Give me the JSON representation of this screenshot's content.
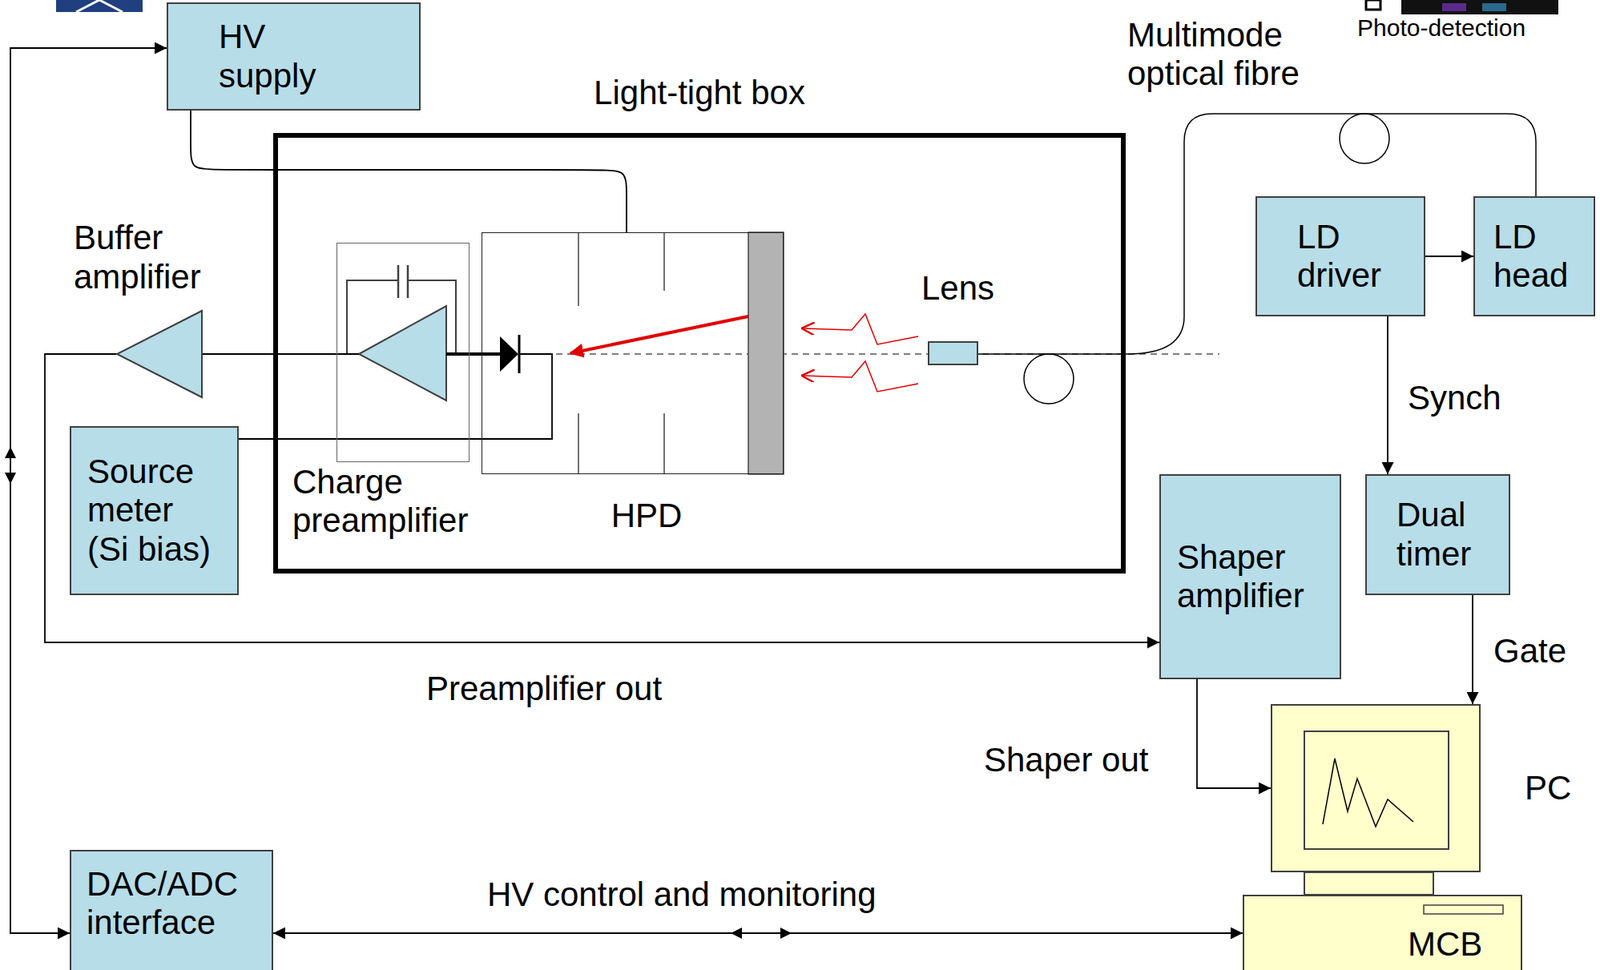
{
  "diagram": {
    "nodes": [
      {
        "text": [
          "HV supply"
        ]
      },
      {
        "text": [
          "Light-tight box"
        ]
      },
      {
        "text": [
          "Charge preamplifier"
        ],
        "in": 1
      },
      {
        "text": [
          "HPD"
        ],
        "in": 1
      },
      {
        "text": [
          "Buffer amplifier"
        ]
      },
      {
        "text": [
          "Source meter (Si bias)"
        ]
      },
      {
        "text": [
          "LD driver"
        ]
      },
      {
        "text": [
          "LD head"
        ]
      },
      {
        "text": [
          "Shaper amplifier"
        ]
      },
      {
        "text": [
          "Dual timer"
        ]
      },
      {
        "text": [
          "PC"
        ]
      },
      {
        "text": [
          "DAC/ADC interface"
        ]
      },
      {
        "text": [
          "MCB"
        ]
      }
    ],
    "edges": [
      {
        "from": 11,
        "to": 0,
        "arrow": "both"
      },
      {
        "from": 0,
        "to": 3,
        "arrow": "none"
      },
      {
        "from": 5,
        "to": 3,
        "arrow": "none"
      },
      {
        "from": 2,
        "to": 4,
        "arrow": "none"
      },
      {
        "from": 4,
        "to": 8,
        "label": "Preamplifier out",
        "arrow": "to"
      },
      {
        "from": 6,
        "to": 7,
        "arrow": "to"
      },
      {
        "from": 6,
        "to": 9,
        "label": "Synch",
        "arrow": "to"
      },
      {
        "from": 9,
        "to": 10,
        "label": "Gate",
        "arrow": "to"
      },
      {
        "from": 8,
        "to": 10,
        "label": "Shaper out",
        "arrow": "to"
      },
      {
        "from": 11,
        "to": 12,
        "label": "HV control and monitoring",
        "arrow": "both"
      }
    ],
    "labels": [
      "Multimode optical fibre",
      "Lens",
      "Photo-detection"
    ]
  }
}
